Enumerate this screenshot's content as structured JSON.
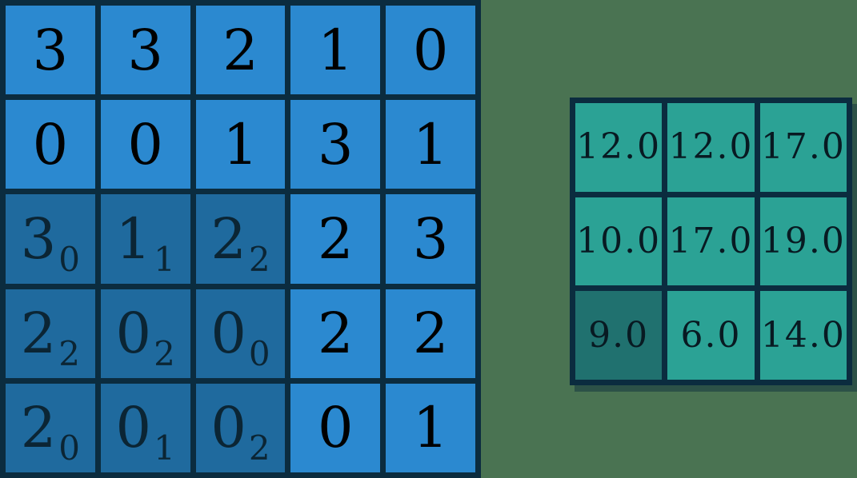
{
  "scene": {
    "description": "2D convolution visualization: 5x5 input matrix with sliding 3x3 kernel window and 3x3 output feature map",
    "background_color": "#4a7352",
    "grid_border_color": "#0b2c3f"
  },
  "input_grid": {
    "label": "input-matrix-5x5",
    "rows": 5,
    "cols": 5,
    "cell_color": "#2b89d0",
    "highlight_color": "#1f6a9e",
    "text_color": "#000000",
    "highlight_text_color": "#0b2534",
    "cells": [
      [
        "3",
        "3",
        "2",
        "1",
        "0"
      ],
      [
        "0",
        "0",
        "1",
        "3",
        "1"
      ],
      [
        "3",
        "1",
        "2",
        "2",
        "3"
      ],
      [
        "2",
        "0",
        "0",
        "2",
        "2"
      ],
      [
        "2",
        "0",
        "0",
        "0",
        "1"
      ]
    ],
    "kernel_overlay": {
      "label": "kernel-window-3x3",
      "row_start": 2,
      "col_start": 0,
      "rows": 3,
      "cols": 3,
      "subscripts": [
        [
          "0",
          "1",
          "2"
        ],
        [
          "2",
          "2",
          "0"
        ],
        [
          "0",
          "1",
          "2"
        ]
      ]
    }
  },
  "output_grid": {
    "label": "output-matrix-3x3",
    "rows": 3,
    "cols": 3,
    "cell_color": "#2ba295",
    "highlight_color": "#20716f",
    "text_color": "#081a22",
    "cells": [
      [
        "12.0",
        "12.0",
        "17.0"
      ],
      [
        "10.0",
        "17.0",
        "19.0"
      ],
      [
        "9.0",
        "6.0",
        "14.0"
      ]
    ],
    "highlighted_cell": {
      "row": 2,
      "col": 0,
      "value": "9.0"
    }
  }
}
